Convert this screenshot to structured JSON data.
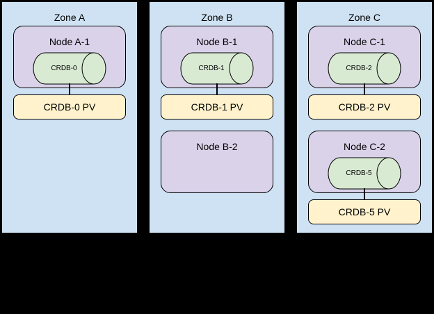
{
  "diagram": {
    "background": "#000000",
    "colors": {
      "zone_fill": "#cfe2f3",
      "node_fill": "#d9d2e9",
      "disk_fill": "#d9ead3",
      "pv_fill": "#fff2cc",
      "border_color": "#000000",
      "text_color": "#000000"
    },
    "zones": [
      {
        "title": "Zone A",
        "nodes": [
          {
            "label": "Node A-1",
            "disk": "CRDB-0",
            "pv": "CRDB-0 PV"
          }
        ]
      },
      {
        "title": "Zone B",
        "nodes": [
          {
            "label": "Node B-1",
            "disk": "CRDB-1",
            "pv": "CRDB-1 PV"
          },
          {
            "label": "Node B-2"
          }
        ]
      },
      {
        "title": "Zone C",
        "nodes": [
          {
            "label": "Node C-1",
            "disk": "CRDB-2",
            "pv": "CRDB-2 PV"
          },
          {
            "label": "Node C-2",
            "disk": "CRDB-5",
            "pv": "CRDB-5 PV"
          }
        ]
      }
    ]
  }
}
